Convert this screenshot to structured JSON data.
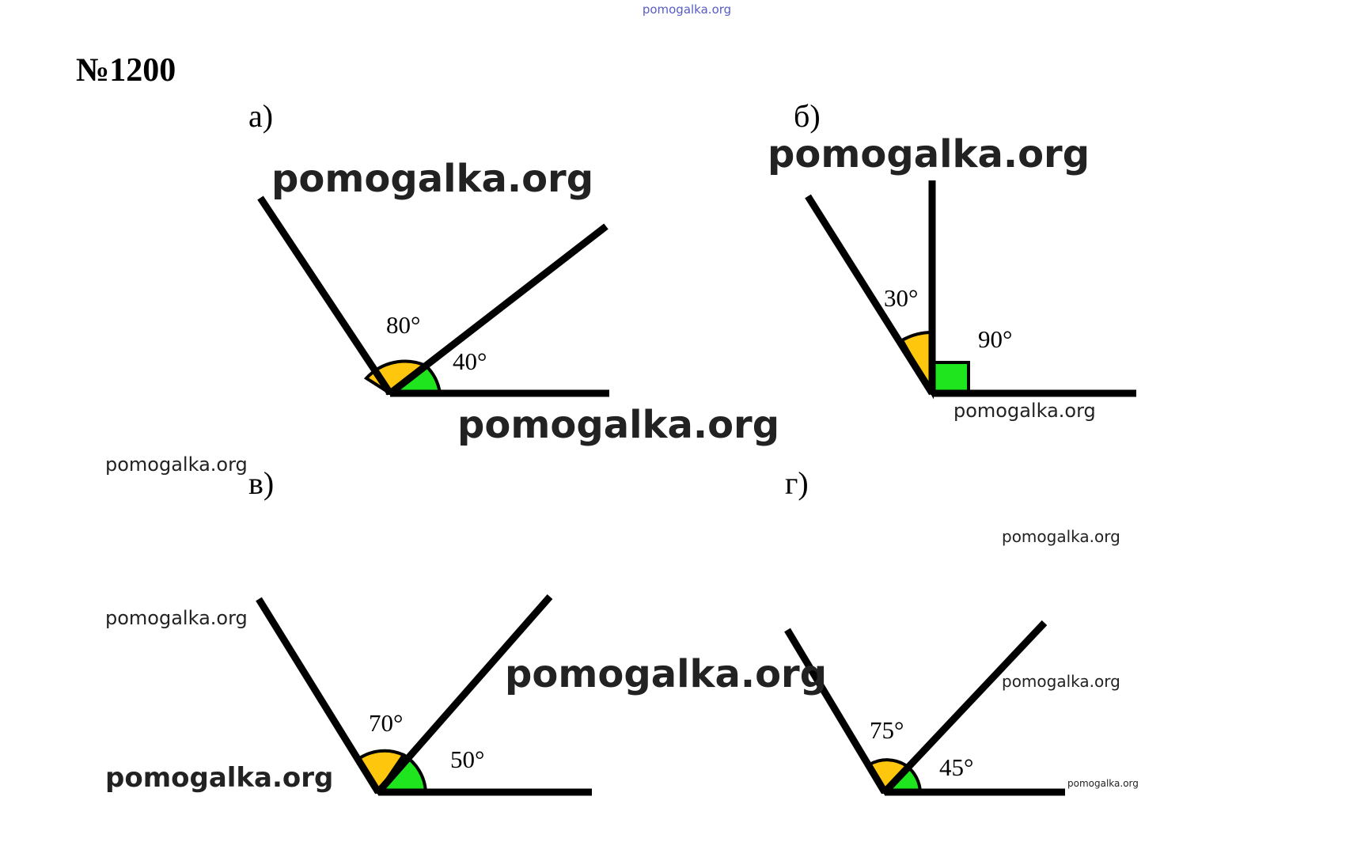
{
  "header_watermark": "pomogalka.org",
  "problem_number": "№1200",
  "watermarks": [
    "pomogalka.org",
    "pomogalka.org",
    "pomogalka.org",
    "pomogalka.org",
    "pomogalka.org",
    "pomogalka.org",
    "pomogalka.org",
    "pomogalka.org",
    "pomogalka.org",
    "pomogalka.org",
    "pomogalka.org"
  ],
  "colors": {
    "yellow_angle": "#FFC60E",
    "green_angle": "#1FE51F",
    "line": "#000000",
    "header_watermark": "#3a3fb8"
  },
  "diagrams": [
    {
      "label": "а)",
      "angle1_label": "80°",
      "angle2_label": "40°",
      "angle1_deg": 80,
      "angle2_deg": 40
    },
    {
      "label": "б)",
      "angle1_label": "30°",
      "angle2_label": "90°",
      "angle1_deg": 30,
      "angle2_deg": 90
    },
    {
      "label": "в)",
      "angle1_label": "70°",
      "angle2_label": "50°",
      "angle1_deg": 70,
      "angle2_deg": 50
    },
    {
      "label": "г)",
      "angle1_label": "75°",
      "angle2_label": "45°",
      "angle1_deg": 75,
      "angle2_deg": 45
    }
  ]
}
